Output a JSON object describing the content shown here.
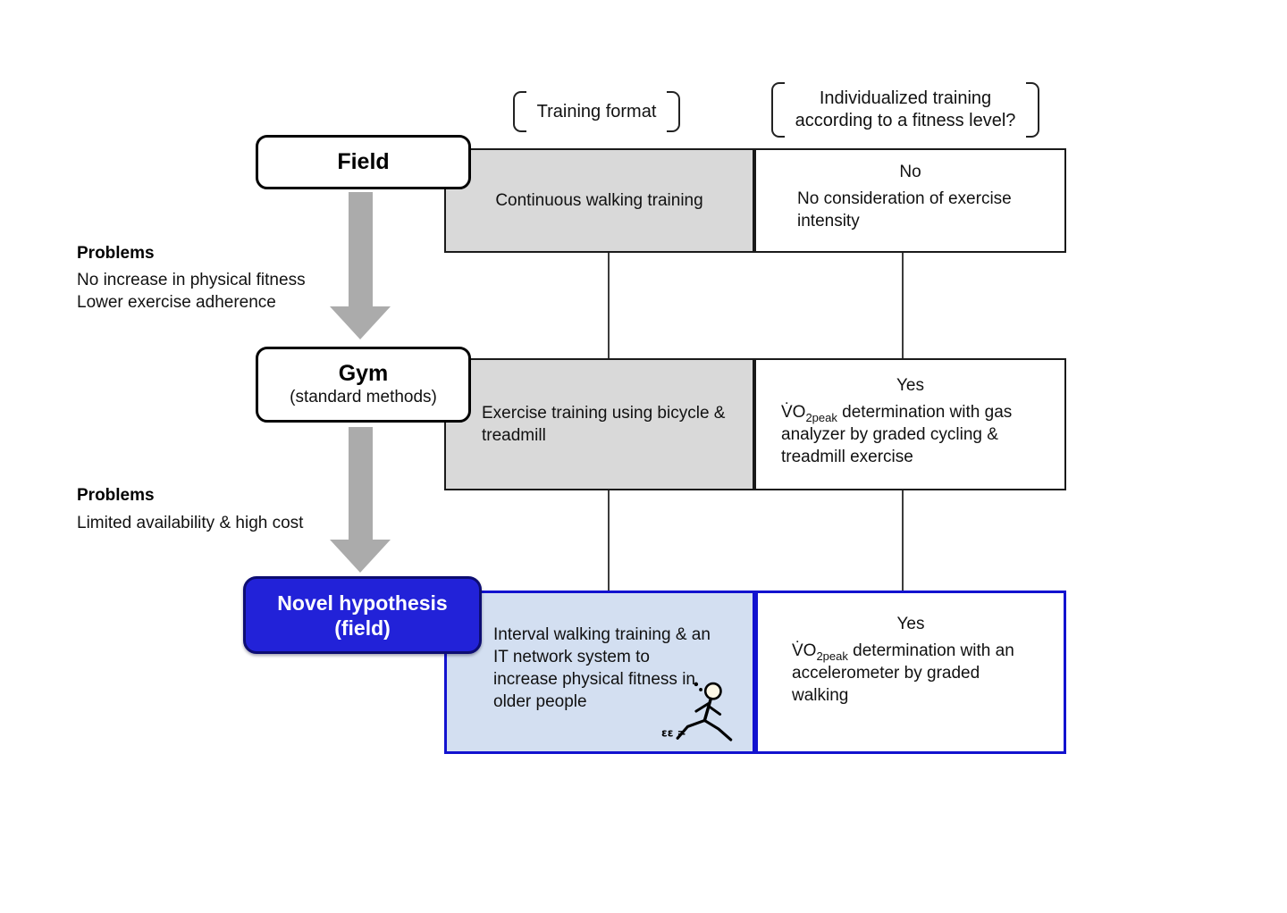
{
  "figure": {
    "headers": {
      "training_format": "Training format",
      "individualized_line1": "Individualized training",
      "individualized_line2": "according to a fitness level?"
    },
    "field": {
      "label": "Field",
      "training": "Continuous walking training",
      "individualized_answer": "No",
      "individualized_detail": "No consideration of exercise intensity"
    },
    "problems_field": {
      "title": "Problems",
      "lines": [
        "No increase in physical fitness",
        "Lower exercise adherence"
      ]
    },
    "gym": {
      "label": "Gym",
      "label_note": "(standard methods)",
      "training": "Exercise training using bicycle & treadmill",
      "individualized_answer": "Yes",
      "vo2_prefix": "V̇O",
      "vo2_sub": "2peak",
      "individualized_detail": " determination with gas analyzer by graded cycling & treadmill exercise"
    },
    "problems_gym": {
      "title": "Problems",
      "lines": [
        "Limited availability & high cost"
      ]
    },
    "novel": {
      "label_line1": "Novel hypothesis",
      "label_line2": "(field)",
      "training": "Interval walking training & an IT network system to increase physical fitness in older people",
      "individualized_answer": "Yes",
      "vo2_prefix": "V̇O",
      "vo2_sub": "2peak",
      "individualized_detail": " determination with an accelerometer by graded walking",
      "runner_marks": "εε ="
    },
    "colors": {
      "gray_cell": "#d9d9d9",
      "cell_border_dark": "#1a1a1a",
      "blue_border": "#1212cf",
      "blue_box": "#2222d8",
      "blue_box_border": "#0d0d72",
      "light_blue_cell": "#d3dff1",
      "arrow_gray": "#ababab",
      "connector": "#3c3c3c"
    }
  }
}
